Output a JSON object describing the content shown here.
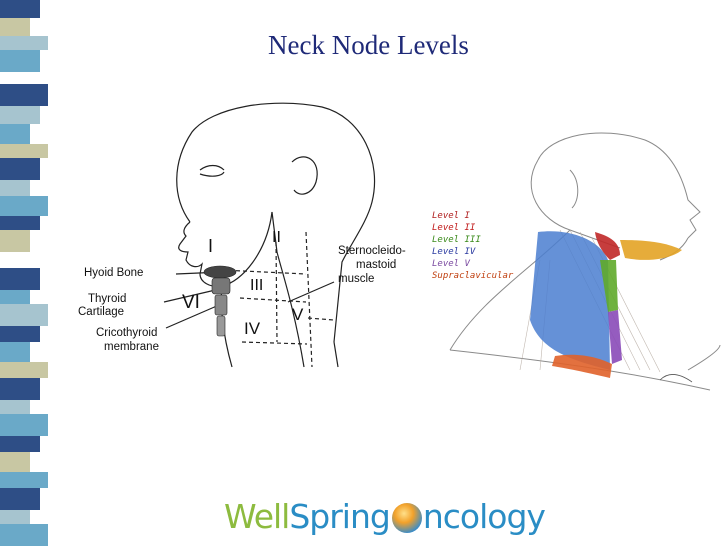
{
  "slide": {
    "title": "Neck Node Levels"
  },
  "diagram_left": {
    "labels": {
      "level_1": "I",
      "level_2": "II",
      "level_3": "III",
      "level_4": "IV",
      "level_5": "V",
      "level_6": "VI",
      "hyoid": "Hyoid Bone",
      "thyroid_1": "Thyroid",
      "thyroid_2": "Cartilage",
      "crico_1": "Cricothyroid",
      "crico_2": "membrane",
      "scm_1": "Sternocleido-",
      "scm_2": "mastoid",
      "scm_3": "muscle"
    }
  },
  "legend": {
    "items": [
      {
        "label": "Level I",
        "color": "#b02020"
      },
      {
        "label": "Level II",
        "color": "#c01818"
      },
      {
        "label": "Level III",
        "color": "#3a8a1a"
      },
      {
        "label": "Level IV",
        "color": "#2a3aa0"
      },
      {
        "label": "Level V",
        "color": "#7a4aa0"
      },
      {
        "label": "Supraclavicular",
        "color": "#c04010"
      }
    ]
  },
  "logo": {
    "part1": "Well",
    "part2": "Spring",
    "part3": "ncology"
  },
  "colors": {
    "title": "#1f2a78",
    "strip_colors": [
      "#2e4e86",
      "#6aa9c8",
      "#c8c7a3",
      "#a6c4cf",
      "#ffffff"
    ]
  }
}
